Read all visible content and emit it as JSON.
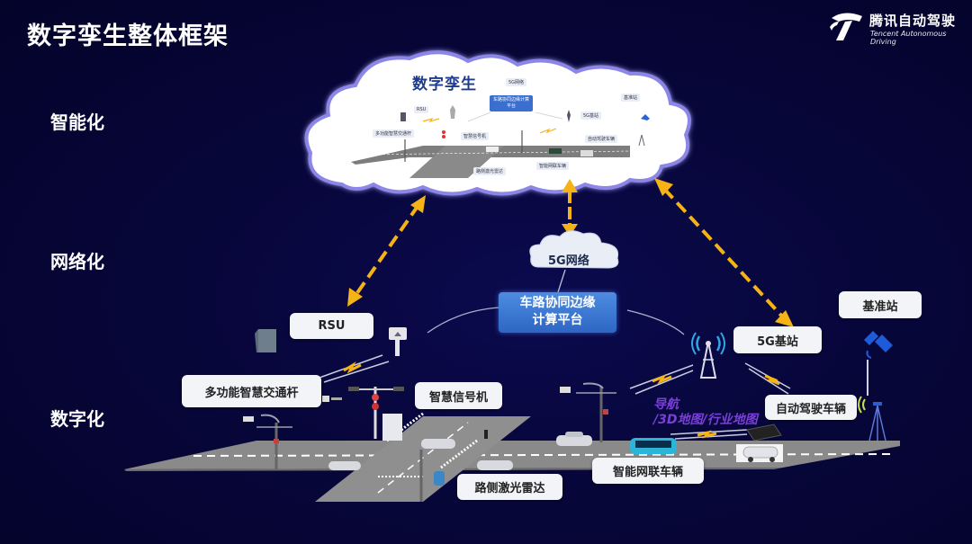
{
  "page": {
    "title": "数字孪生整体框架"
  },
  "brand": {
    "name_cn": "腾讯自动驾驶",
    "name_en": "Tencent Autonomous Driving",
    "logo_icon": "tencent-t-logo-icon"
  },
  "layers": [
    {
      "label": "智能化"
    },
    {
      "label": "网络化"
    },
    {
      "label": "数字化"
    }
  ],
  "cloud": {
    "title": "数字孪生",
    "mini_labels": {
      "rsu": "RSU",
      "pole": "多功能智慧交通杆",
      "signal": "智慧信号机",
      "lidar": "路侧激光雷达",
      "network": "5G网络",
      "edge": "车路协同边缘计算平台",
      "base_station": "5G基站",
      "reference_station": "基准站",
      "autonomous": "自动驾驶车辆",
      "connected": "智能网联车辆"
    }
  },
  "network": {
    "cloud_label": "5G网络",
    "edge_platform_line1": "车路协同边缘",
    "edge_platform_line2": "计算平台"
  },
  "nodes": {
    "rsu": "RSU",
    "base_station": "5G基站",
    "reference_station": "基准站",
    "smart_pole": "多功能智慧交通杆",
    "smart_signal": "智慧信号机",
    "autonomous_vehicle": "自动驾驶车辆",
    "connected_vehicle": "智能网联车辆",
    "roadside_lidar": "路侧激光雷达"
  },
  "ghost_text": {
    "line1": "导航",
    "line2": "/3D地图/行业地图"
  },
  "colors": {
    "background": "#07063a",
    "arrow": "#f5b316",
    "edge_platform": "#3a76d4",
    "cloud_outline": "#8c86e8",
    "road": "#8a8a8a",
    "satellite": "#1e5bd8",
    "ghost_text": "#7a3fd6"
  }
}
